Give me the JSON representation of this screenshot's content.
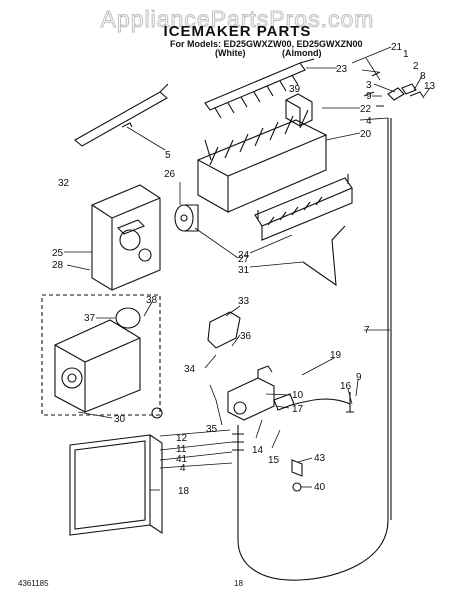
{
  "watermark": "AppliancePartsPros.com",
  "header": {
    "title": "ICEMAKER PARTS",
    "models_line": "For Models: ED25GWXZW00, ED25GWXZN00",
    "variant_white": "(White)",
    "variant_almond": "(Almond)"
  },
  "footer": {
    "doc_number": "4361185",
    "page_number": "18"
  },
  "callouts": [
    "21",
    "1",
    "23",
    "2",
    "8",
    "13",
    "3",
    "9",
    "39",
    "22",
    "4",
    "20",
    "5",
    "32",
    "26",
    "25",
    "28",
    "27",
    "24",
    "31",
    "33",
    "38",
    "37",
    "36",
    "34",
    "7",
    "19",
    "10",
    "17",
    "16",
    "9",
    "35",
    "30",
    "12",
    "11",
    "41",
    "4",
    "14",
    "15",
    "43",
    "18",
    "40"
  ],
  "colors": {
    "ink": "#111111",
    "watermark_outline": "#b9b9b9",
    "background": "#ffffff"
  }
}
